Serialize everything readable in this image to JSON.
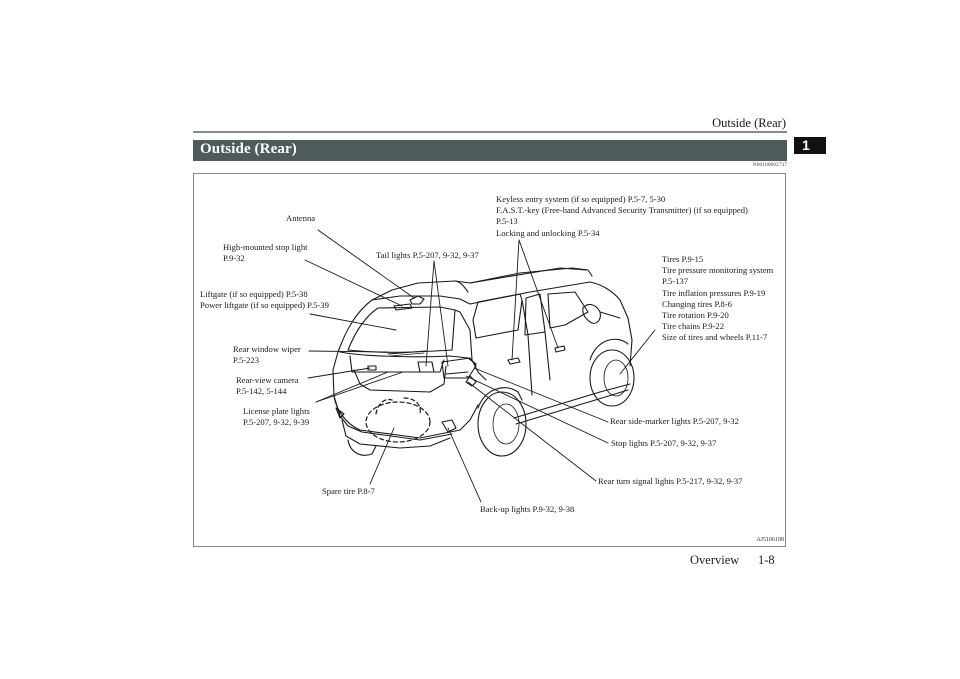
{
  "header": {
    "running_head": "Outside (Rear)",
    "chapter_tab": "1"
  },
  "section": {
    "title": "Outside (Rear)",
    "doc_id": "N00100602737"
  },
  "figure": {
    "figure_id": "AJ5106188",
    "subject": "Rear three-quarter view of SUV",
    "labels": {
      "antenna": [
        "Antenna"
      ],
      "high_mounted_stop_light": [
        "High-mounted stop light",
        "P.9-32"
      ],
      "liftgate": [
        "Liftgate (if so equipped) P.5-38",
        "Power liftgate (if so equipped) P.5-39"
      ],
      "rear_window_wiper": [
        "Rear window wiper",
        "P.5-223"
      ],
      "rear_view_camera": [
        "Rear-view camera",
        "P.5-142, 5-144"
      ],
      "license_plate_lights": [
        "License plate lights",
        "P.5-207, 9-32, 9-39"
      ],
      "tail_lights": [
        "Tail lights P.5-207, 9-32, 9-37"
      ],
      "keyless_entry": [
        "Keyless entry system (if so equipped) P.5-7, 5-30",
        "F.A.S.T.-key (Free-hand Advanced Security Transmitter) (if so equipped)",
        "P.5-13",
        "Locking and unlocking P.5-34"
      ],
      "tires": [
        "Tires P.9-15",
        "Tire pressure monitoring system",
        "P.5-137",
        "Tire inflation pressures P.9-19",
        "Changing tires P.8-6",
        "Tire rotation P.9-20",
        "Tire chains P.9-22",
        "Size of tires and wheels P.11-7"
      ],
      "rear_side_marker_lights": [
        "Rear side-marker lights P.5-207, 9-32"
      ],
      "stop_lights": [
        "Stop lights P.5-207, 9-32, 9-37"
      ],
      "rear_turn_signal_lights": [
        "Rear turn signal lights P.5-217, 9-32, 9-37"
      ],
      "spare_tire": [
        "Spare tire P.8-7"
      ],
      "backup_lights": [
        "Back-up lights P.9-32, 9-38"
      ]
    }
  },
  "footer": {
    "section": "Overview",
    "page": "1-8"
  }
}
